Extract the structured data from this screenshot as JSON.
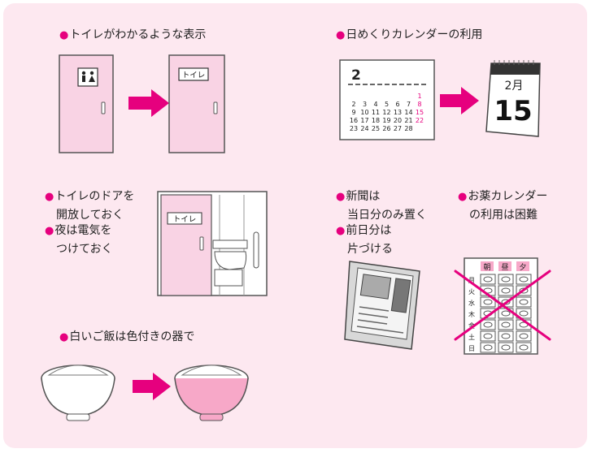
{
  "colors": {
    "accent": "#e6007e",
    "background": "#fde8f0",
    "door_pink": "#f9d3e4",
    "bowl_pink": "#f7a8c8"
  },
  "captions": {
    "toilet_sign": "トイレがわかるような表示",
    "calendar": "日めくりカレンダーの利用",
    "door_open": "トイレのドアを",
    "door_open_2": "開放しておく",
    "night_light": "夜は電気を",
    "night_light_2": "つけておく",
    "newspaper": "新聞は",
    "newspaper_2": "当日分のみ置く",
    "old_papers": "前日分は",
    "old_papers_2": "片づける",
    "medicine_calendar": "お薬カレンダー",
    "medicine_calendar_2": "の利用は困難",
    "rice": "白いご飯は色付きの器で"
  },
  "signs": {
    "toilet_text": "トイレ",
    "toilet_text_2": "トイレ"
  },
  "monthly_calendar": {
    "month": "2",
    "rows": [
      [
        "",
        "",
        "",
        "",
        "",
        "",
        "1"
      ],
      [
        "2",
        "3",
        "4",
        "5",
        "6",
        "7",
        "8"
      ],
      [
        "9",
        "10",
        "11",
        "12",
        "13",
        "14",
        "15"
      ],
      [
        "16",
        "17",
        "18",
        "19",
        "20",
        "21",
        "22"
      ],
      [
        "23",
        "24",
        "25",
        "26",
        "27",
        "28",
        ""
      ]
    ]
  },
  "daily_calendar": {
    "month": "2月",
    "day": "15"
  },
  "pill_calendar": {
    "headers": [
      "朝",
      "昼",
      "夕"
    ],
    "days": [
      "月",
      "火",
      "水",
      "木",
      "金",
      "土",
      "日"
    ]
  },
  "icons": [
    "toilet-pictogram-icon",
    "arrow-right-icon",
    "cross-mark-icon"
  ]
}
